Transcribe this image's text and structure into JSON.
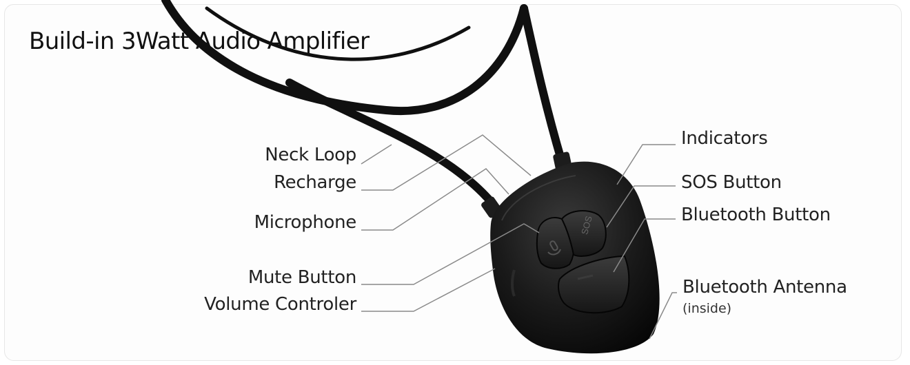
{
  "title": "Build-in 3Watt Audio Amplifier",
  "labels": {
    "neck_loop": "Neck Loop",
    "recharge": "Recharge",
    "microphone": "Microphone",
    "mute_button": "Mute Button",
    "volume_controler": "Volume Controler",
    "indicators": "Indicators",
    "sos_button": "SOS Button",
    "bluetooth_button": "Bluetooth Button",
    "bluetooth_antenna": "Bluetooth Antenna",
    "bluetooth_antenna_note": "(inside)"
  },
  "device": {
    "sos_key_text": "SOS"
  },
  "colors": {
    "cable": "#101010",
    "device_body": "#141414",
    "leader_line": "#8a8a8a",
    "text": "#222222"
  }
}
